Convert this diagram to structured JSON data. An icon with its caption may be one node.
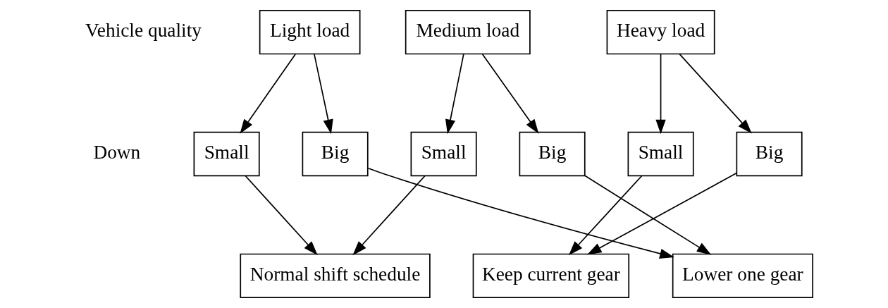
{
  "diagram": {
    "nodes": [
      {
        "text": [
          "Light load"
        ]
      },
      {
        "text": [
          "Medium load"
        ]
      },
      {
        "text": [
          "Heavy load"
        ]
      },
      {
        "text": [
          "Small"
        ]
      },
      {
        "text": [
          "Big"
        ]
      },
      {
        "text": [
          "Small"
        ]
      },
      {
        "text": [
          "Big"
        ]
      },
      {
        "text": [
          "Small"
        ]
      },
      {
        "text": [
          "Big"
        ]
      },
      {
        "text": [
          "Normal shift schedule"
        ]
      },
      {
        "text": [
          "Keep current gear"
        ]
      },
      {
        "text": [
          "Lower one gear"
        ]
      }
    ],
    "edges": [
      {
        "from": 0,
        "to": 3,
        "arrow": "to"
      },
      {
        "from": 0,
        "to": 4,
        "arrow": "to"
      },
      {
        "from": 1,
        "to": 5,
        "arrow": "to"
      },
      {
        "from": 1,
        "to": 6,
        "arrow": "to"
      },
      {
        "from": 2,
        "to": 7,
        "arrow": "to"
      },
      {
        "from": 2,
        "to": 8,
        "arrow": "to"
      },
      {
        "from": 3,
        "to": 9,
        "arrow": "to"
      },
      {
        "from": 5,
        "to": 9,
        "arrow": "to"
      },
      {
        "from": 4,
        "to": 11,
        "arrow": "to"
      },
      {
        "from": 6,
        "to": 11,
        "arrow": "to"
      },
      {
        "from": 7,
        "to": 10,
        "arrow": "to"
      },
      {
        "from": 8,
        "to": 10,
        "arrow": "to"
      }
    ],
    "labels": [
      "Vehicle quality",
      "Down"
    ]
  }
}
